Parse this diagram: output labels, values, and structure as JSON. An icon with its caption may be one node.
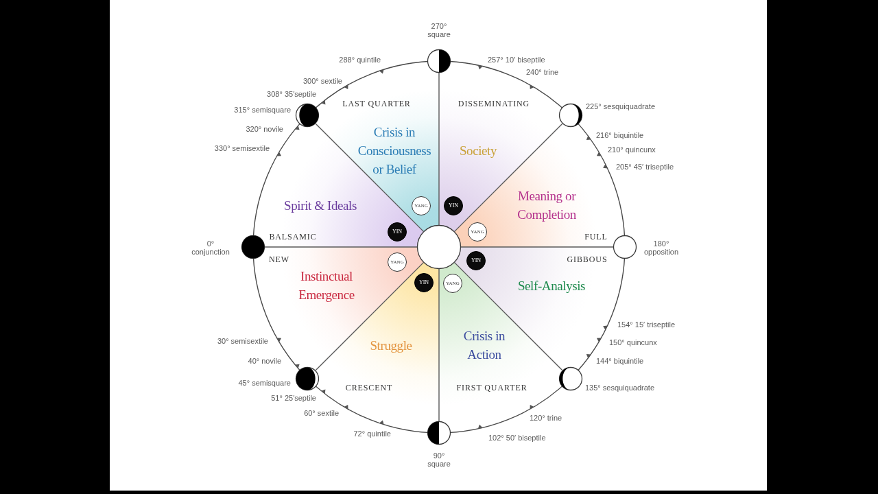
{
  "diagram": {
    "nodes": [
      {
        "text": [],
        "shape": "circle"
      },
      {
        "text": [],
        "shape": "circle",
        "beside": [
          "270° square"
        ]
      },
      {
        "text": [],
        "shape": "circle",
        "beside": [
          "315° semisquare"
        ]
      },
      {
        "text": [],
        "shape": "circle",
        "beside": [
          "225° sesquiquadrate"
        ]
      },
      {
        "text": [],
        "shape": "circle",
        "beside": [
          "0° conjunction"
        ]
      },
      {
        "text": [],
        "shape": "circle",
        "beside": [
          "180° opposition"
        ]
      },
      {
        "text": [],
        "shape": "circle",
        "beside": [
          "45° semisquare"
        ]
      },
      {
        "text": [],
        "shape": "circle",
        "beside": [
          "135° sesquiquadrate"
        ]
      },
      {
        "text": [],
        "shape": "circle",
        "beside": [
          "90° square"
        ]
      },
      {
        "text": [
          "YANG"
        ]
      },
      {
        "text": [
          "YIN"
        ]
      },
      {
        "text": [
          "YIN"
        ]
      },
      {
        "text": [
          "YANG"
        ]
      },
      {
        "text": [
          "YANG"
        ]
      },
      {
        "text": [
          "YIN"
        ]
      },
      {
        "text": [
          "YIN"
        ]
      },
      {
        "text": [
          "YANG"
        ]
      }
    ],
    "edges": [
      {
        "from": 0,
        "to": 1,
        "arrow": "none"
      },
      {
        "from": 0,
        "to": 2,
        "arrow": "none"
      },
      {
        "from": 0,
        "to": 3,
        "arrow": "none"
      },
      {
        "from": 0,
        "to": 4,
        "arrow": "none"
      },
      {
        "from": 0,
        "to": 5,
        "arrow": "none"
      },
      {
        "from": 0,
        "to": 6,
        "arrow": "none"
      },
      {
        "from": 0,
        "to": 7,
        "arrow": "none"
      },
      {
        "from": 0,
        "to": 8,
        "arrow": "none"
      }
    ],
    "labels": [
      "288° quintile",
      "257° 10′ biseptile",
      "240° trine",
      "300° sextile",
      "308° 35′septile",
      "LAST QUARTER",
      "DISSEMINATING",
      "320° novile",
      "216° biquintile",
      "330° semisextile",
      "Crisis in Consciousness or Belief",
      "Society",
      "210° quincunx",
      "205° 45′ triseptile",
      "Spirit & Ideals",
      "Meaning or Completion",
      "BALSAMIC",
      "FULL",
      "NEW",
      "GIBBOUS",
      "Instinctual Emergence",
      "Self-Analysis",
      "154° 15′ triseptile",
      "30° semisextile",
      "Struggle",
      "Crisis in Action",
      "150° quincunx",
      "40° novile",
      "144° biquintile",
      "CRESCENT",
      "FIRST QUARTER",
      "51° 25′septile",
      "60° sextile",
      "120° trine",
      "72° quintile",
      "102° 50′ biseptile"
    ]
  }
}
